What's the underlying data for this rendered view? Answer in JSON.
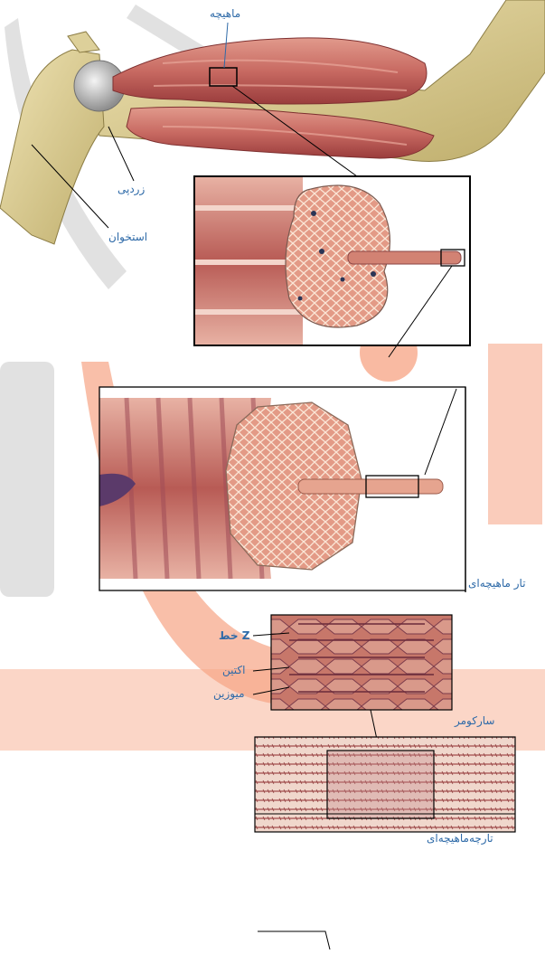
{
  "colors": {
    "label_text": "#2e6aa8",
    "bone": "#d8c98a",
    "muscle": "#c86a62",
    "muscle_dark": "#9a3c3c",
    "frame": "#000000",
    "watermark_orange": "#f05a1f",
    "watermark_grey": "#c9c9c9"
  },
  "labels": {
    "muscle": "ماهیچه",
    "tendon": "زردپی",
    "bone": "استخوان",
    "muscle_fiber": "تار ماهیچه‌ای",
    "z_line": "Z خط",
    "actin": "اکتین",
    "myosin": "میوزین",
    "sarcomere": "سارکومر",
    "myofibril": "تارچه‌ماهیچه‌ای"
  },
  "icons": {
    "watermark": "publisher-logo-watermark"
  }
}
